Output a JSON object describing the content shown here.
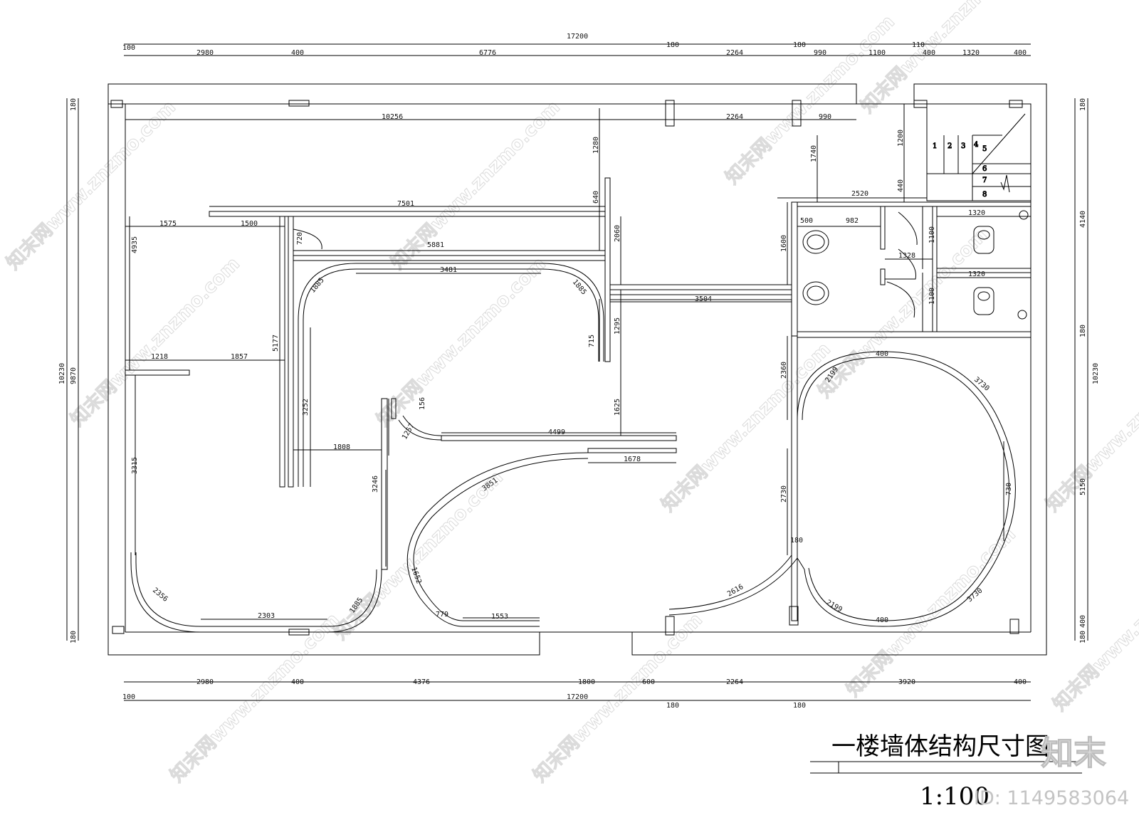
{
  "title": "一楼墙体结构尺寸图",
  "scale": "1:100",
  "id_text": "ID: 1149583064",
  "brand": "知末",
  "watermark": "知末网www.znzmo.com",
  "dims": {
    "top_total": "17200",
    "top_segments": [
      "100",
      "2980",
      "400",
      "6776",
      "180",
      "2264",
      "180",
      "990",
      "1100",
      "110",
      "400",
      "1320",
      "400"
    ],
    "inner_top": [
      "10256",
      "2264",
      "990"
    ],
    "bottom_segments": [
      "2980",
      "400",
      "4376",
      "1800",
      "600",
      "2264",
      "3920",
      "400"
    ],
    "bottom_total": "17200",
    "bottom_small": [
      "100",
      "180",
      "180"
    ],
    "left_outer": [
      "10230",
      "9870",
      "180",
      "180"
    ],
    "right_outer": [
      "180",
      "4140",
      "180",
      "10230",
      "5150",
      "400",
      "180"
    ],
    "interior": [
      "7501",
      "1575",
      "1500",
      "5881",
      "720",
      "640",
      "1280",
      "2060",
      "3481",
      "1885",
      "1885",
      "715",
      "1295",
      "3504",
      "4935",
      "1218",
      "1857",
      "5177",
      "3252",
      "156",
      "1257",
      "4499",
      "1808",
      "1625",
      "1678",
      "3851",
      "3246",
      "3315",
      "1652",
      "2356",
      "2303",
      "1885",
      "779",
      "1553",
      "2616",
      "1740",
      "2520",
      "500",
      "982",
      "1600",
      "1100",
      "1328",
      "1320",
      "1100",
      "1320",
      "440",
      "1200",
      "2360",
      "400",
      "2199",
      "3730",
      "730",
      "2730",
      "180",
      "2199",
      "400",
      "3730"
    ]
  },
  "stairs": [
    "1",
    "2",
    "3",
    "4",
    "5",
    "6",
    "7",
    "8"
  ],
  "colors": {
    "line": "#000000",
    "bg": "#ffffff",
    "watermark": "#cfcfcf"
  }
}
